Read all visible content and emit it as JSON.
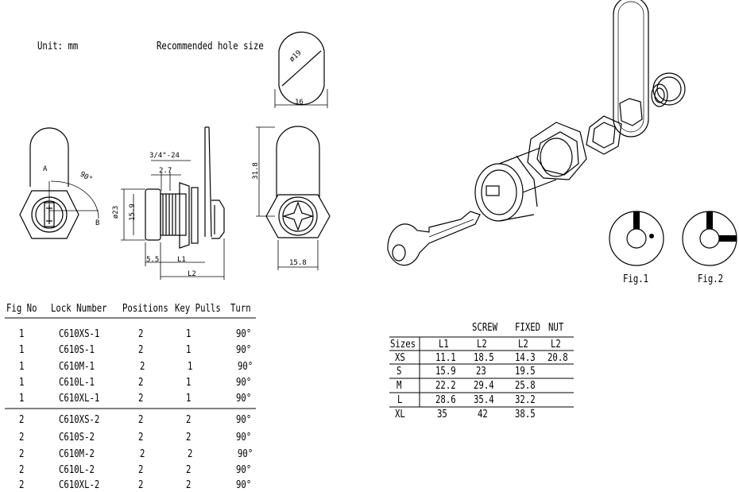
{
  "labels": {
    "unit": "Unit: mm",
    "recommended": "Recommended hole size",
    "fig1": "Fig.1",
    "fig2": "Fig.2"
  },
  "dims": {
    "hole_dia": "ø19",
    "hole_width": "16",
    "thread": "3/4\"-24",
    "d27": "2.7",
    "d23": "ø23",
    "d159": "15.9",
    "d55": "5.5",
    "L1": "L1",
    "L2": "L2",
    "h318": "31.8",
    "w158": "15.8",
    "angle": "90°",
    "A": "A",
    "B": "B"
  },
  "lock_table": {
    "headers": [
      "Fig No",
      "Lock Number",
      "Positions",
      "Key Pulls",
      "Turn"
    ],
    "rows": [
      [
        "1",
        "C610XS-1",
        "2",
        "1",
        "90°"
      ],
      [
        "1",
        "C610S-1",
        "2",
        "1",
        "90°"
      ],
      [
        "1",
        "C610M-1",
        "2",
        "1",
        "90°"
      ],
      [
        "1",
        "C610L-1",
        "2",
        "1",
        "90°"
      ],
      [
        "1",
        "C610XL-1",
        "2",
        "1",
        "90°"
      ],
      [
        "2",
        "C610XS-2",
        "2",
        "2",
        "90°"
      ],
      [
        "2",
        "C610S-2",
        "2",
        "2",
        "90°"
      ],
      [
        "2",
        "C610M-2",
        "2",
        "2",
        "90°"
      ],
      [
        "2",
        "C610L-2",
        "2",
        "2",
        "90°"
      ],
      [
        "2",
        "C610XL-2",
        "2",
        "2",
        "90°"
      ]
    ]
  },
  "size_table": {
    "group_headers": [
      "SCREW",
      "FIXED",
      "NUT"
    ],
    "headers": [
      "Sizes",
      "L1",
      "L2",
      "L2",
      "L2"
    ],
    "rows": [
      [
        "XS",
        "11.1",
        "18.5",
        "14.3",
        "20.8"
      ],
      [
        "S",
        "15.9",
        "23",
        "19.5",
        ""
      ],
      [
        "M",
        "22.2",
        "29.4",
        "25.8",
        ""
      ],
      [
        "L",
        "28.6",
        "35.4",
        "32.2",
        ""
      ],
      [
        "XL",
        "35",
        "42",
        "38.5",
        ""
      ]
    ]
  }
}
